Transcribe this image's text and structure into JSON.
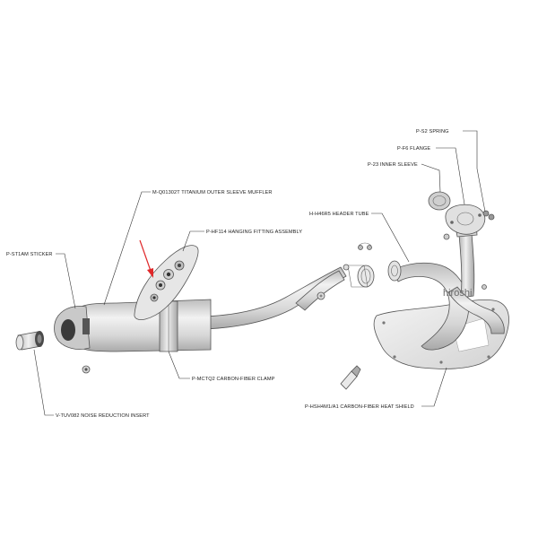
{
  "watermark": "hiroshi",
  "labels": {
    "spring": "P-S2  SPRING",
    "flange": "P-F6  FLANGE",
    "inner_sleeve": "P-23  INNER SLEEVE",
    "muffler": "M-Q01302T TITANIUM OUTER SLEEVE MUFFLER",
    "hanging_fitting": "P-HF114  HANGING FITTING ASSEMBLY",
    "header_tube": "H-H46R5  HEADER TUBE",
    "sticker": "P-ST1AM  STICKER",
    "clamp": "P-MCTQ2  CARBON-FIBER CLAMP",
    "noise_insert": "V-TUV082  NOISE REDUCTION INSERT",
    "heat_shield": "P-HSH4M1/A1  CARBON-FIBER HEAT SHIELD"
  },
  "colors": {
    "metal": "#d9d9d9",
    "outline": "#555555",
    "arrow": "#e0282a"
  }
}
